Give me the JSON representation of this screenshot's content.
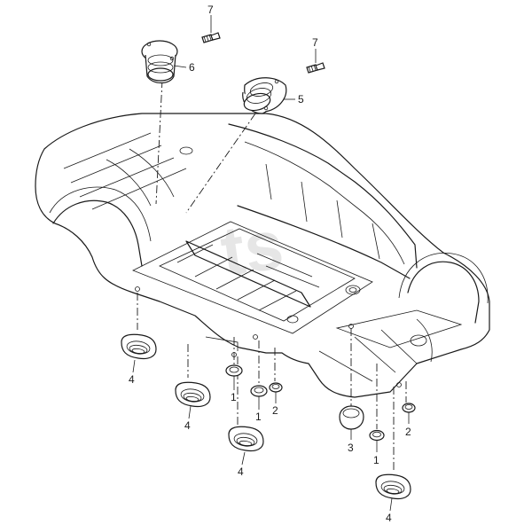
{
  "diagram": {
    "callouts": [
      {
        "id": "c7a",
        "label": "7"
      },
      {
        "id": "c6",
        "label": "6"
      },
      {
        "id": "c7b",
        "label": "7"
      },
      {
        "id": "c5",
        "label": "5"
      },
      {
        "id": "c4a",
        "label": "4"
      },
      {
        "id": "c4b",
        "label": "4"
      },
      {
        "id": "c4c",
        "label": "4"
      },
      {
        "id": "c4d",
        "label": "4"
      },
      {
        "id": "c1a",
        "label": "1"
      },
      {
        "id": "c1b",
        "label": "1"
      },
      {
        "id": "c1c",
        "label": "1"
      },
      {
        "id": "c2a",
        "label": "2"
      },
      {
        "id": "c2b",
        "label": "2"
      },
      {
        "id": "c3",
        "label": "3"
      }
    ]
  }
}
